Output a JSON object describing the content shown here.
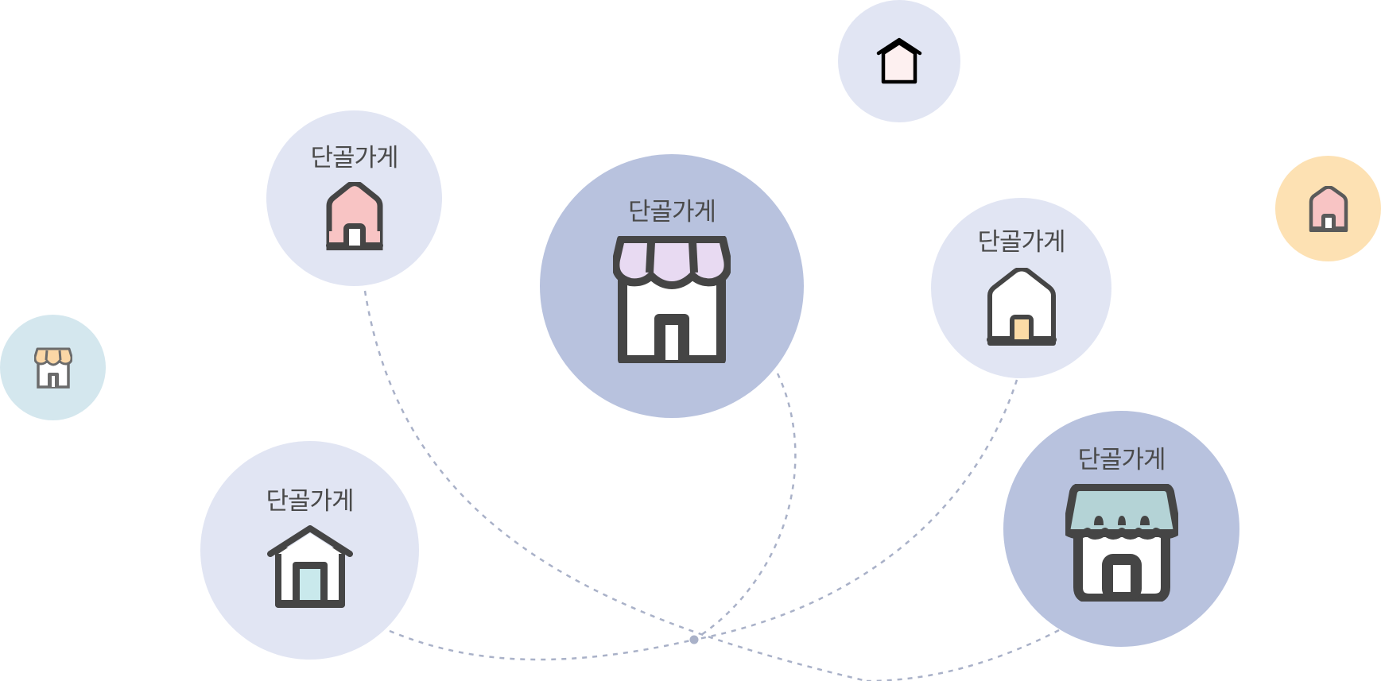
{
  "colors": {
    "circle_light": "#e1e5f3",
    "circle_dark": "#b8c2de",
    "circle_blue": "#d4e7ee",
    "circle_orange": "#fde1b3",
    "connector": "#a9b1c8",
    "icon_stroke": "#454545",
    "awning_purple": "#e8daf2",
    "awning_teal": "#b4d3d6",
    "awning_peach": "#fbd7a6",
    "roof_pink": "#f8c4c4",
    "door_peach": "#fbdba6",
    "door_cyan": "#c9e9ec",
    "wall_white": "#ffffff",
    "house_blush": "#fdf0f0"
  },
  "nodes": [
    {
      "id": "top-left",
      "label": "단골가게",
      "icon": "rounded-house-icon"
    },
    {
      "id": "center",
      "label": "단골가게",
      "icon": "storefront-icon"
    },
    {
      "id": "right",
      "label": "단골가게",
      "icon": "rounded-house-icon"
    },
    {
      "id": "bottom-left",
      "label": "단골가게",
      "icon": "peaked-house-icon"
    },
    {
      "id": "bottom-right",
      "label": "단골가게",
      "icon": "storefront-icon"
    },
    {
      "id": "small-top",
      "label": "",
      "icon": "peaked-house-icon"
    },
    {
      "id": "small-left",
      "label": "",
      "icon": "storefront-icon"
    },
    {
      "id": "small-right",
      "label": "",
      "icon": "rounded-house-icon"
    }
  ]
}
